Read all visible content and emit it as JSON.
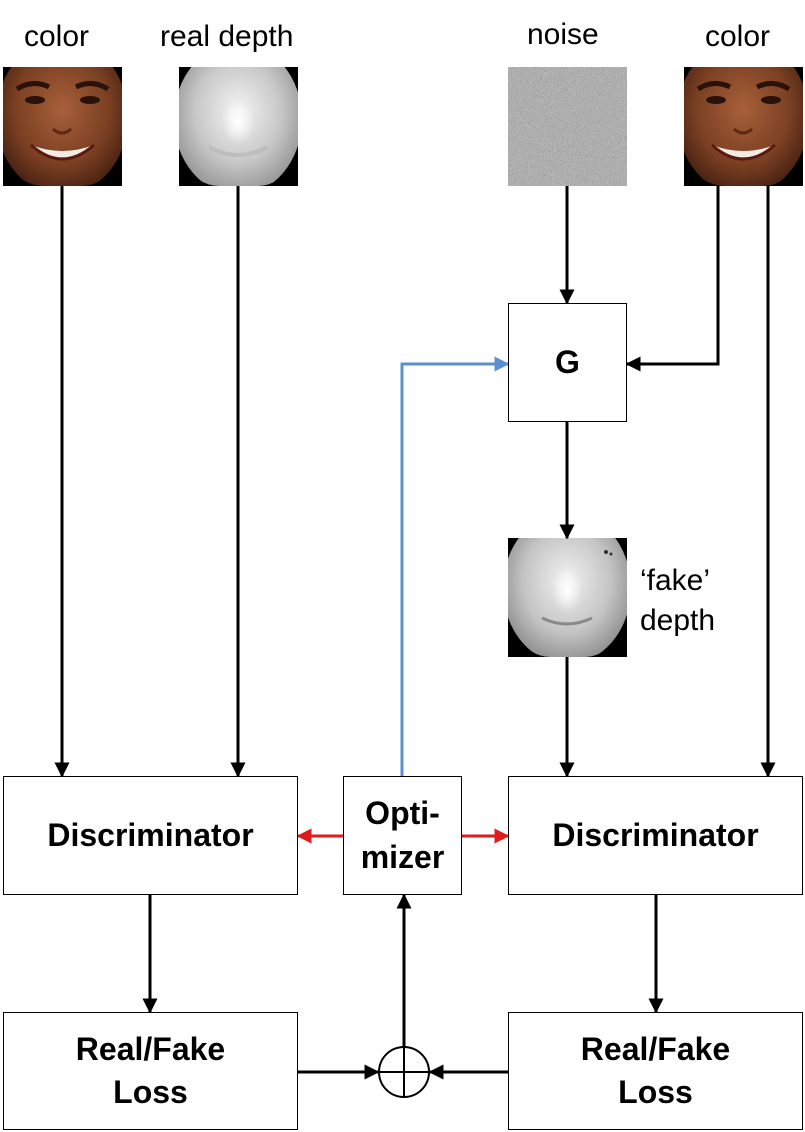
{
  "inputs": {
    "left_color_label": "color",
    "real_depth_label": "real depth",
    "noise_label": "noise",
    "right_color_label": "color",
    "fake_depth_line1": "‘fake’",
    "fake_depth_line2": "depth"
  },
  "nodes": {
    "generator": "G",
    "discriminator_left": "Discriminator",
    "discriminator_right": "Discriminator",
    "optimizer_line1": "Opti-",
    "optimizer_line2": "mizer",
    "loss_left_line1": "Real/Fake",
    "loss_left_line2": "Loss",
    "loss_right_line1": "Real/Fake",
    "loss_right_line2": "Loss"
  },
  "colors": {
    "stroke": "#000000",
    "optimizer_feedback": "#5b8fd0",
    "optimizer_update": "#e01b1b",
    "face_skin": "#7a3f22",
    "depth_gray": "#d9d9d9",
    "noise_gray": "#9a9a9a"
  }
}
